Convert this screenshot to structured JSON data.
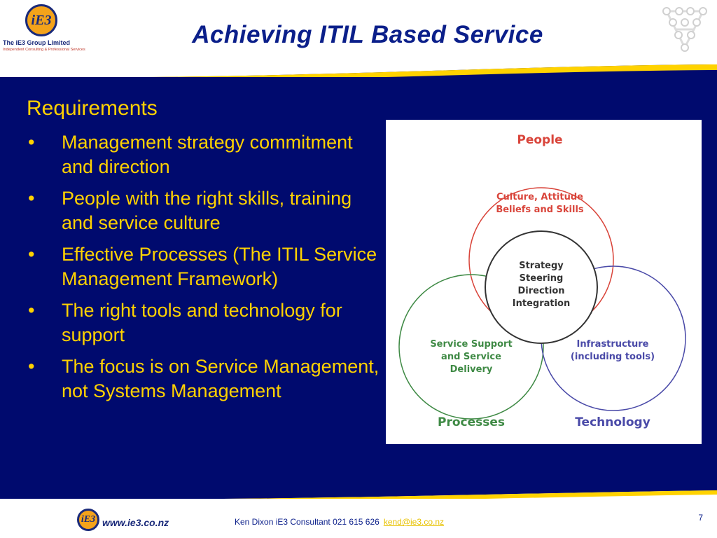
{
  "header": {
    "logo_mark": "iE3",
    "logo_name": "The iE3 Group Limited",
    "logo_tagline": "Independent Consulting & Professional Services",
    "title": "Achieving ITIL Based Service"
  },
  "content": {
    "heading": "Requirements",
    "bullet_symbol": "•",
    "bullets": [
      "Management strategy commitment and direction",
      "People with the right skills, training and service culture",
      "Effective Processes (The ITIL Service Management Framework)",
      "The right tools and technology for support",
      "The focus is on Service Management, not Systems Management"
    ]
  },
  "diagram": {
    "top_label": "People",
    "top_inner": [
      "Culture, Attitude",
      "Beliefs and Skills"
    ],
    "center": [
      "Strategy",
      "Steering",
      "Direction",
      "Integration"
    ],
    "left_inner": [
      "Service Support",
      "and Service",
      "Delivery"
    ],
    "left_label": "Processes",
    "right_inner": [
      "Infrastructure",
      "(including tools)"
    ],
    "right_label": "Technology",
    "colors": {
      "people": "#d9453b",
      "processes": "#3f8a45",
      "technology": "#4a4aa8",
      "center": "#333333"
    }
  },
  "footer": {
    "logo_mark": "iE3",
    "url": "www.ie3.co.nz",
    "contact": "Ken Dixon  iE3 Consultant   021 615 626",
    "email": "kend@ie3.co.nz",
    "page_number": "7"
  },
  "colors": {
    "navy": "#000a6e",
    "yellow": "#ffd200",
    "title_blue": "#0b1f8a"
  }
}
